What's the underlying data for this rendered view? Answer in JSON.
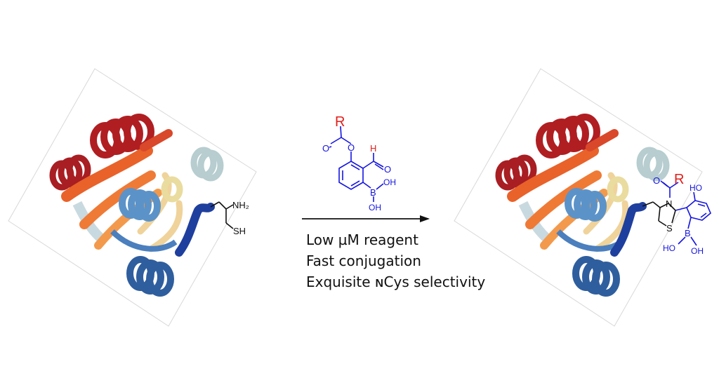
{
  "reagent": {
    "r_group": "R",
    "oxygen_ester": "O",
    "oxygen_carbonyl": "O",
    "aldehyde_h": "H",
    "aldehyde_o": "O",
    "boron": "B",
    "oh_1": "OH",
    "oh_2": "OH"
  },
  "starting_protein": {
    "amine_label": "NH₂",
    "thiol_label": "SH"
  },
  "product": {
    "r_group": "R",
    "carbonyl_o": "O",
    "ring_n": "N",
    "ring_s": "S",
    "phenol": "HO",
    "boron": "B",
    "oh_1": "HO",
    "oh_2": "OH"
  },
  "conditions": [
    "Low µM reagent",
    "Fast conjugation",
    "Exquisite ɴCys selectivity"
  ],
  "colors": {
    "reagent_blue": "#1515e0",
    "r_group_red": "#e0201c",
    "arrow": "#111111"
  }
}
